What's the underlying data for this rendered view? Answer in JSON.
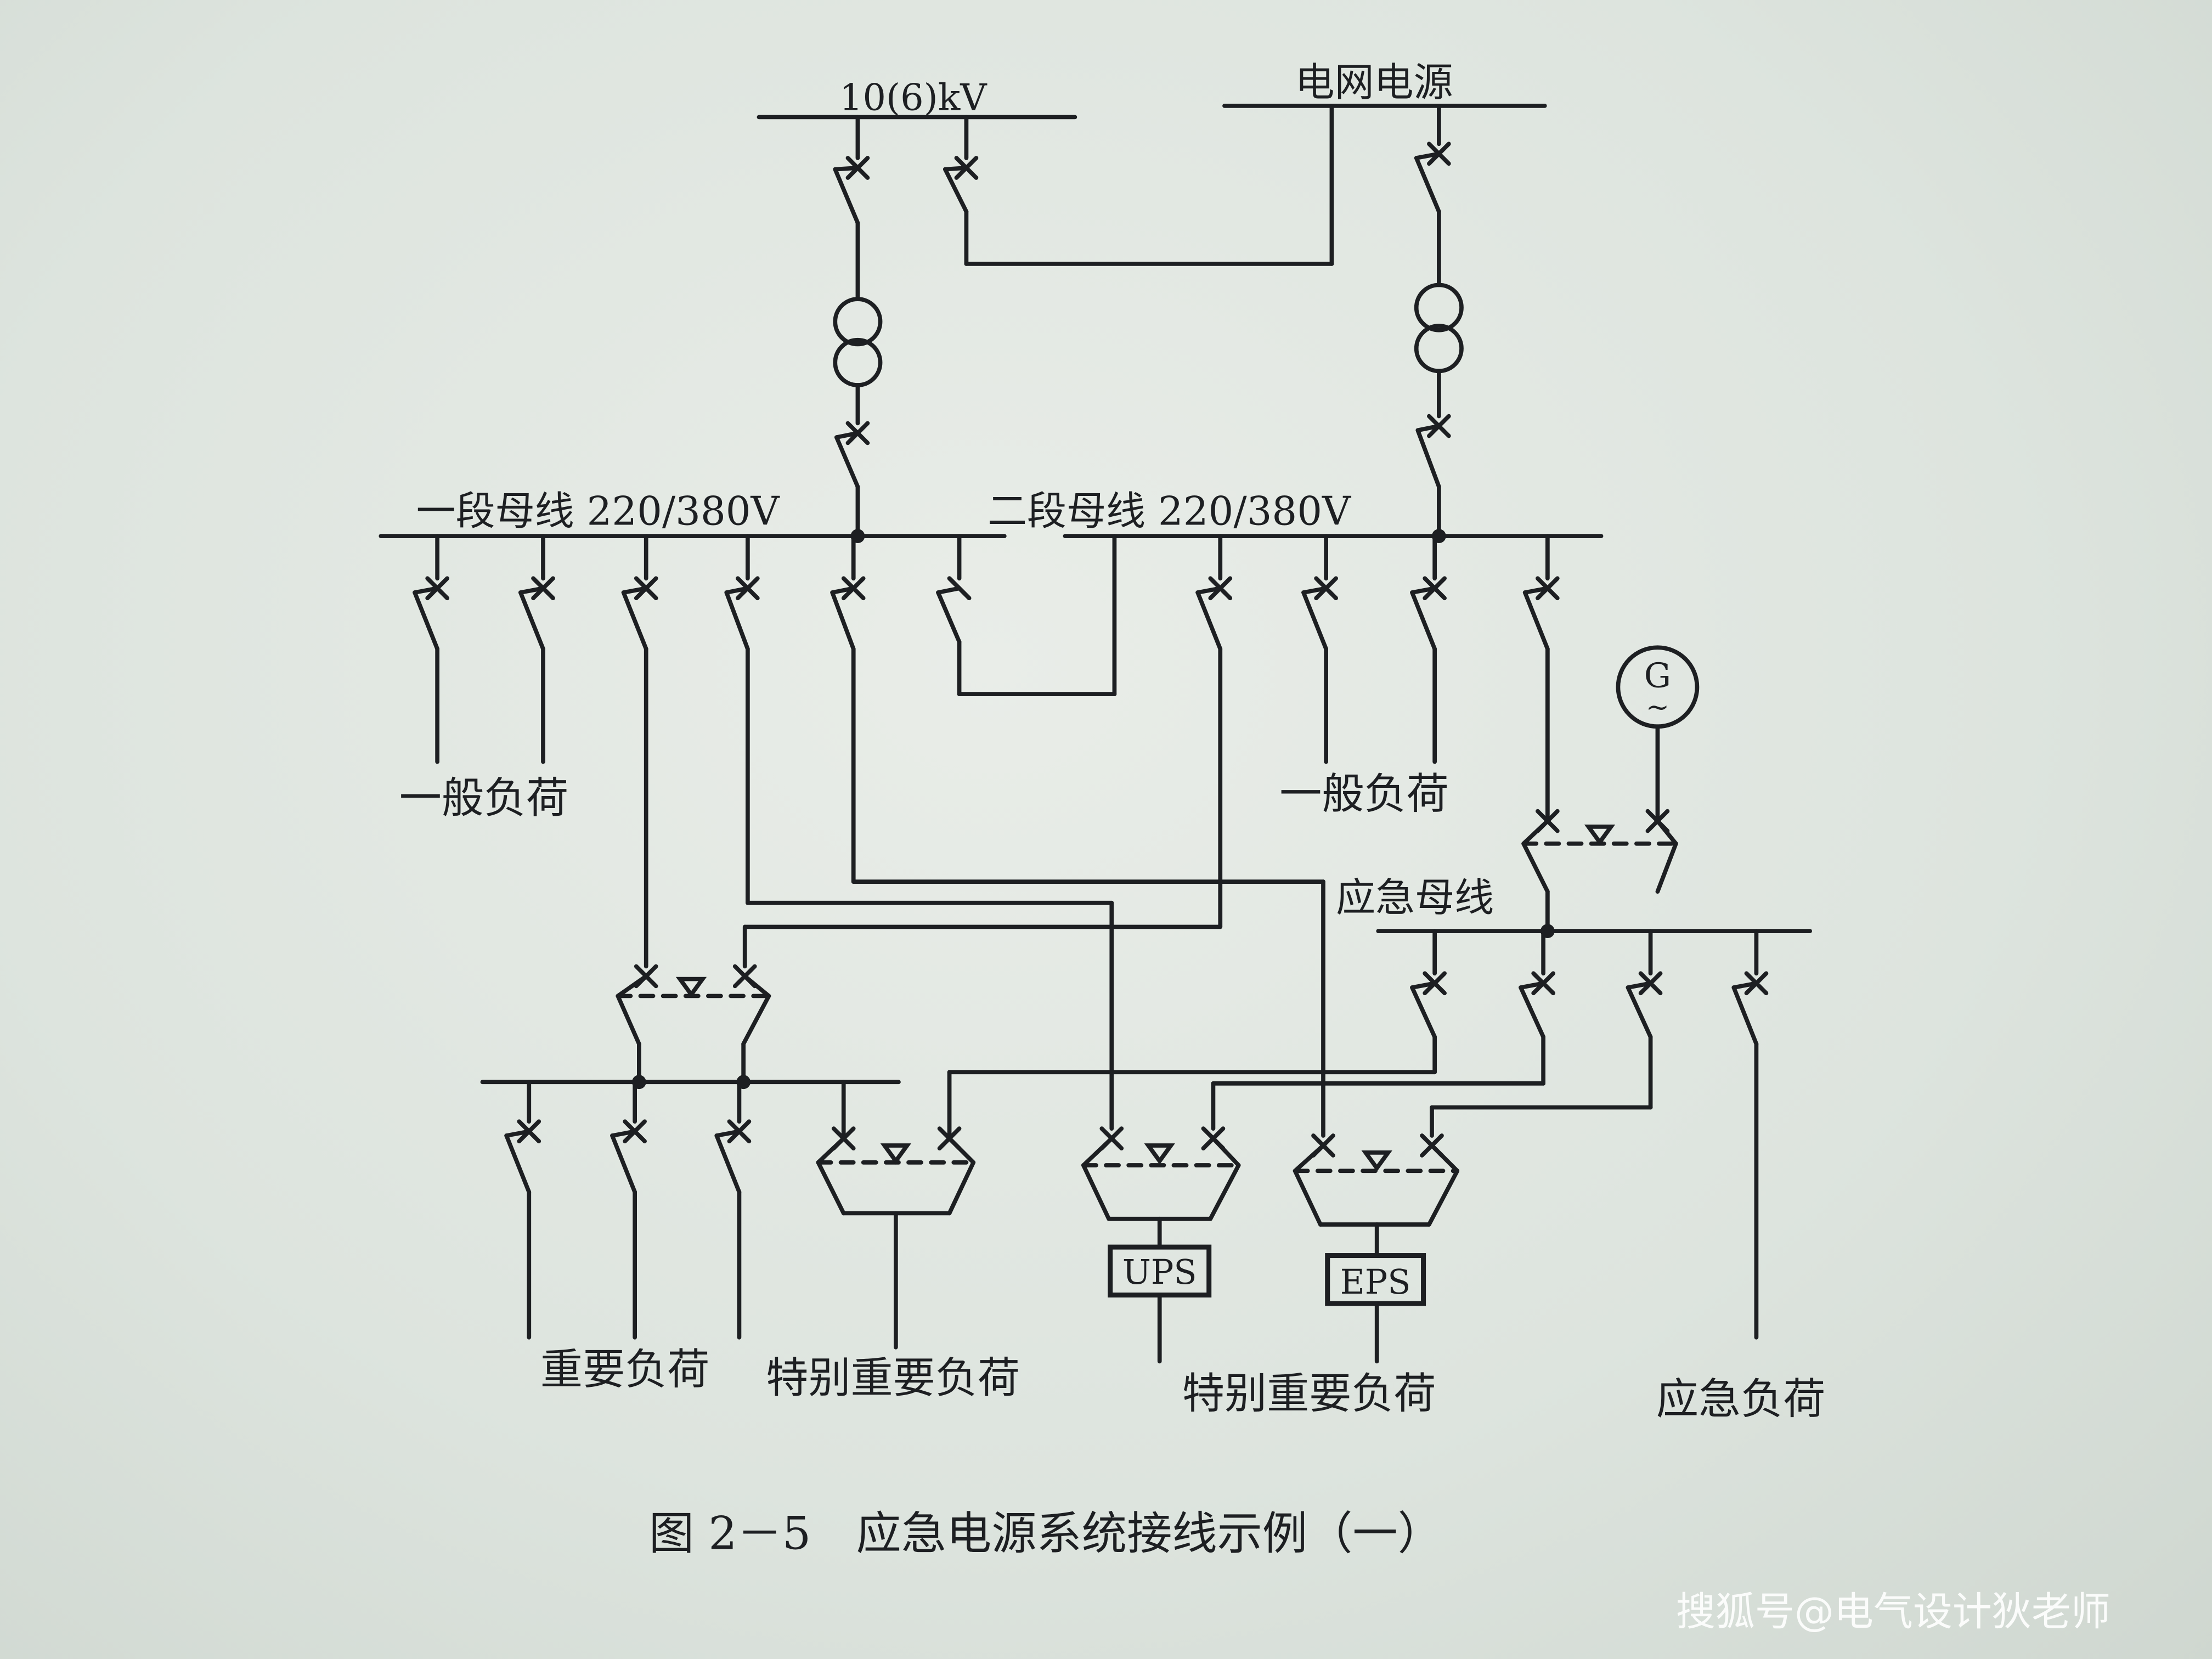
{
  "sources": {
    "hv_bus_label": "10(6)kV",
    "grid_label": "电网电源"
  },
  "buses": {
    "bus1_label": "一段母线 220/380V",
    "bus2_label": "二段母线 220/380V",
    "emergency_bus_label": "应急母线"
  },
  "generator": {
    "symbol": "G",
    "ac_symbol": "~"
  },
  "devices": {
    "ups_label": "UPS",
    "eps_label": "EPS"
  },
  "loads": {
    "general_load_1": "一般负荷",
    "general_load_2": "一般负荷",
    "important_load": "重要负荷",
    "special_important_load_1": "特别重要负荷",
    "special_important_load_2": "特别重要负荷",
    "emergency_load": "应急负荷"
  },
  "caption": "图 2－5　应急电源系统接线示例（一）",
  "watermark": "搜狐号@电气设计狄老师",
  "colors": {
    "ink": "#1d1f22",
    "paper": "#e3e8e3"
  }
}
